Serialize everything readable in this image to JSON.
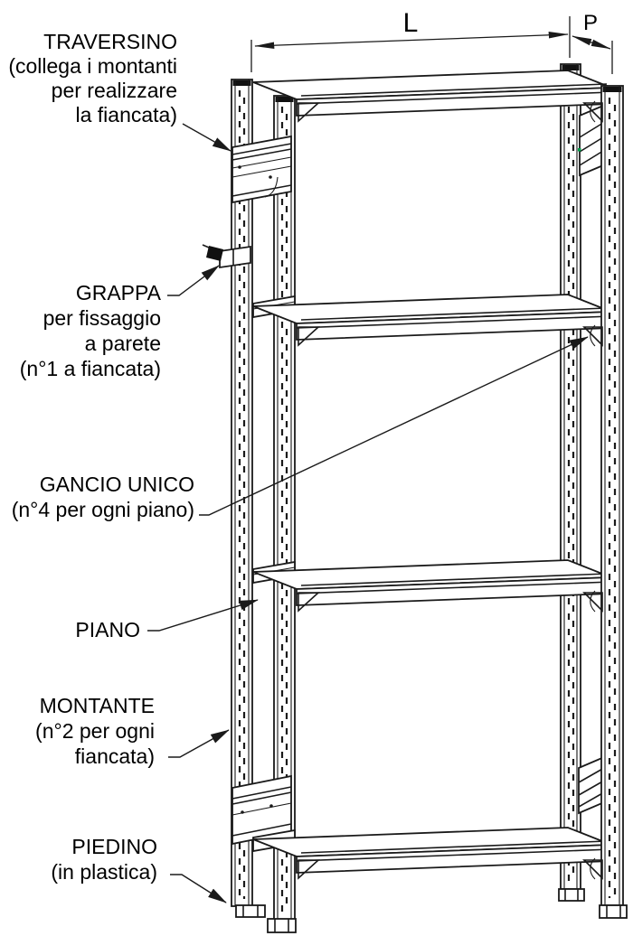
{
  "diagram": {
    "labels": {
      "traversino": [
        "TRAVERSINO",
        "(collega i montanti",
        "per realizzare",
        "la fiancata)"
      ],
      "grappa": [
        "GRAPPA",
        "per fissaggio",
        "a parete",
        "(n°1 a fiancata)"
      ],
      "gancio_unico": [
        "GANCIO UNICO",
        "(n°4 per ogni piano)"
      ],
      "piano": [
        "PIANO"
      ],
      "montante": [
        "MONTANTE",
        "(n°2 per ogni",
        "fiancata)"
      ],
      "piedino": [
        "PIEDINO",
        "(in plastica)"
      ]
    },
    "dimensions": {
      "length": "L",
      "depth": "P"
    },
    "colors": {
      "line": "#1a1a1a",
      "background": "#ffffff",
      "accent_mark": "#00a14b"
    }
  }
}
